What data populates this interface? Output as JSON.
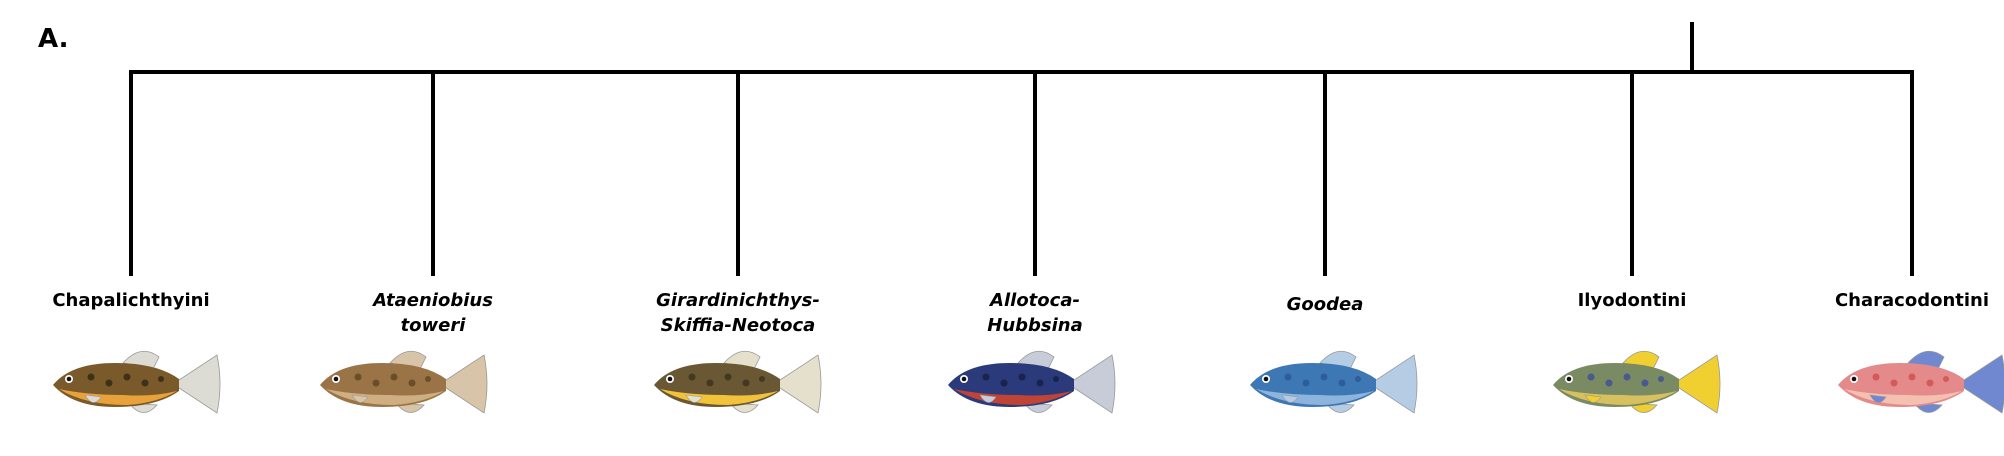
{
  "panel_label": "A.",
  "taxa": [
    {
      "id": "chapalichthyini",
      "lines": [
        "Chapalichthyini"
      ],
      "italic": false,
      "fish": {
        "body": "#7a5a2a",
        "belly": "#e8a23a",
        "fin": "#dcdcd4",
        "spots": "#2a2416"
      }
    },
    {
      "id": "ataeniobius",
      "lines": [
        "Ataeniobius",
        "toweri"
      ],
      "italic": true,
      "fish": {
        "body": "#9a7446",
        "belly": "#cfae82",
        "fin": "#d8c4a8",
        "spots": "#5a4020"
      }
    },
    {
      "id": "girardinichthys",
      "lines": [
        "Girardinichthys-",
        "Skiffia-Neotoca"
      ],
      "italic": true,
      "fish": {
        "body": "#6a5834",
        "belly": "#f2c23a",
        "fin": "#e4e0cc",
        "spots": "#3a2e1a"
      }
    },
    {
      "id": "allotoca",
      "lines": [
        "Allotoca-",
        "Hubbsina"
      ],
      "italic": true,
      "fish": {
        "body": "#2a3a7a",
        "belly": "#c04436",
        "fin": "#c8ccd8",
        "spots": "#151c40"
      }
    },
    {
      "id": "goodea",
      "lines": [
        "Goodea"
      ],
      "italic": true,
      "fish": {
        "body": "#3e78b4",
        "belly": "#8cb4dc",
        "fin": "#b4cce4",
        "spots": "#2a5690"
      }
    },
    {
      "id": "ilyodontini",
      "lines": [
        "Ilyodontini"
      ],
      "italic": false,
      "fish": {
        "body": "#7a8a62",
        "belly": "#d6c060",
        "fin": "#f0d030",
        "spots": "#3a4aa0"
      }
    },
    {
      "id": "characodontini",
      "lines": [
        "Characodontini"
      ],
      "italic": false,
      "fish": {
        "body": "#e48a8a",
        "belly": "#f4c0b0",
        "fin": "#7088d0",
        "spots": "#d04848"
      }
    }
  ]
}
